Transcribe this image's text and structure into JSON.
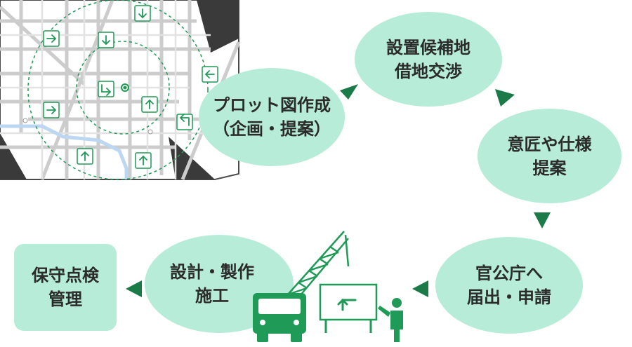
{
  "steps": [
    {
      "id": "plot",
      "lines": [
        "プロット図作成",
        "（企画・提案）"
      ]
    },
    {
      "id": "site",
      "lines": [
        "設置候補地",
        "借地交渉"
      ]
    },
    {
      "id": "spec",
      "lines": [
        "意匠や仕様",
        "提案"
      ]
    },
    {
      "id": "permit",
      "lines": [
        "官公庁へ",
        "届出・申請"
      ]
    },
    {
      "id": "build",
      "lines": [
        "設計・製作",
        "施工"
      ]
    },
    {
      "id": "maint",
      "lines": [
        "保守点検",
        "管理"
      ]
    }
  ],
  "colors": {
    "node_fill": "#b6ecd8",
    "accent": "#1f9a57",
    "arrow": "#1a7a48",
    "map_road": "#c9c9c9",
    "map_river": "#bcd7f2"
  },
  "icons": [
    "map-icon",
    "crane-truck-icon",
    "signboard-icon",
    "worker-icon"
  ]
}
